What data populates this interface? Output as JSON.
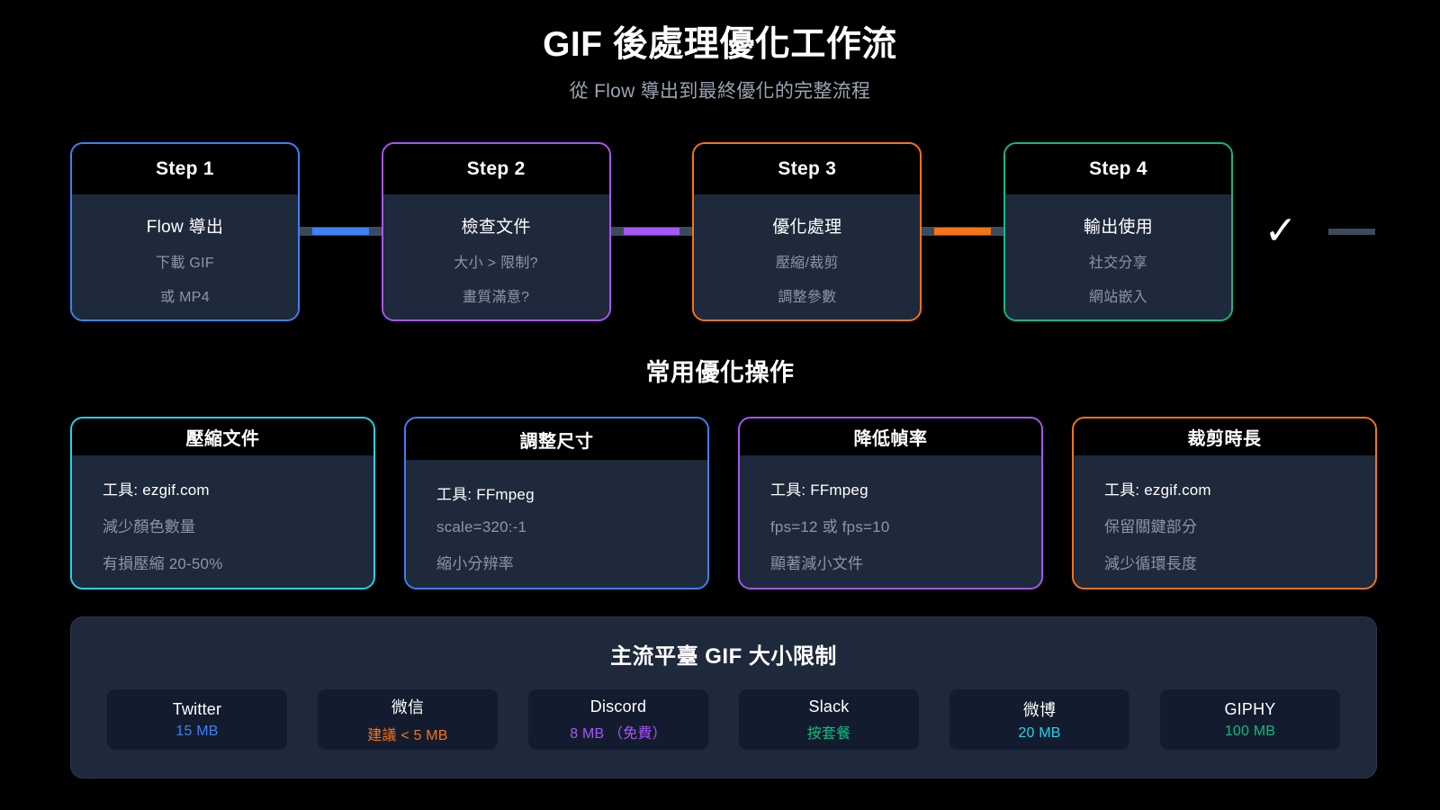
{
  "header": {
    "title": "GIF 後處理優化工作流",
    "subtitle": "從 Flow 導出到最終優化的完整流程"
  },
  "workflow": {
    "steps": [
      {
        "badge": "Step 1",
        "name": "Flow 導出",
        "detail1": "下載 GIF",
        "detail2": "或 MP4",
        "color": "#3b82f6"
      },
      {
        "badge": "Step 2",
        "name": "檢查文件",
        "detail1": "大小 > 限制?",
        "detail2": "畫質滿意?",
        "color": "#a855f7"
      },
      {
        "badge": "Step 3",
        "name": "優化處理",
        "detail1": "壓縮/裁剪",
        "detail2": "調整參數",
        "color": "#f97316"
      },
      {
        "badge": "Step 4",
        "name": "輸出使用",
        "detail1": "社交分享",
        "detail2": "網站嵌入",
        "color": "#10b981"
      }
    ],
    "connector_colors": [
      "#3b82f6",
      "#a855f7",
      "#f97316"
    ],
    "connector_track_color": "#3c4a5e",
    "end_check": "✓",
    "end_dash_color": "#3c4a5e"
  },
  "operations": {
    "heading": "常用優化操作",
    "cards": [
      {
        "title": "壓縮文件",
        "tool": "工具: ezgif.com",
        "line2": "減少顏色數量",
        "line3": "有損壓縮 20-50%",
        "color": "#22d3ee"
      },
      {
        "title": "調整尺寸",
        "tool": "工具: FFmpeg",
        "line2": "scale=320:-1",
        "line3": "縮小分辨率",
        "color": "#3b82f6"
      },
      {
        "title": "降低幀率",
        "tool": "工具: FFmpeg",
        "line2": "fps=12 或 fps=10",
        "line3": "顯著減小文件",
        "color": "#a855f7"
      },
      {
        "title": "裁剪時長",
        "tool": "工具: ezgif.com",
        "line2": "保留關鍵部分",
        "line3": "減少循環長度",
        "color": "#f97316"
      }
    ]
  },
  "platforms": {
    "title": "主流平臺 GIF 大小限制",
    "items": [
      {
        "name": "Twitter",
        "limit": "15 MB",
        "limit_color": "#3b82f6"
      },
      {
        "name": "微信",
        "limit": "建議 < 5 MB",
        "limit_color": "#f97316"
      },
      {
        "name": "Discord",
        "limit": "8 MB （免費）",
        "limit_color": "#a855f7"
      },
      {
        "name": "Slack",
        "limit": "按套餐",
        "limit_color": "#10b981"
      },
      {
        "name": "微博",
        "limit": "20 MB",
        "limit_color": "#22d3ee"
      },
      {
        "name": "GIPHY",
        "limit": "100 MB",
        "limit_color": "#10b981"
      }
    ]
  }
}
